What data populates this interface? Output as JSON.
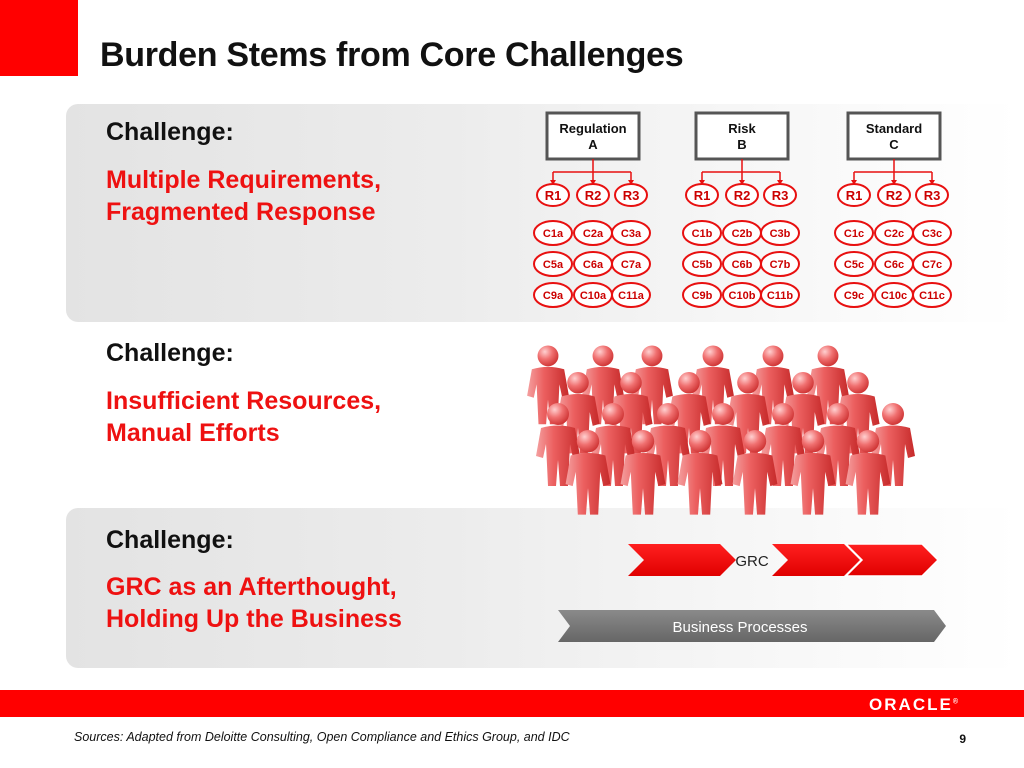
{
  "title": "Burden Stems from Core Challenges",
  "challenges": [
    {
      "label": "Challenge:",
      "lines": [
        "Multiple Requirements,",
        "Fragmented Response"
      ]
    },
    {
      "label": "Challenge:",
      "lines": [
        "Insufficient Resources,",
        "Manual Efforts"
      ]
    },
    {
      "label": "Challenge:",
      "lines": [
        "GRC as an Afterthought,",
        "Holding Up the Business"
      ]
    }
  ],
  "groups": [
    {
      "name_lines": [
        "Regulation",
        "A"
      ],
      "requirements": [
        "R1",
        "R2",
        "R3"
      ],
      "controls": [
        [
          "C1a",
          "C2a",
          "C3a"
        ],
        [
          "C5a",
          "C6a",
          "C7a"
        ],
        [
          "C9a",
          "C10a",
          "C11a"
        ]
      ]
    },
    {
      "name_lines": [
        "Risk",
        "B"
      ],
      "requirements": [
        "R1",
        "R2",
        "R3"
      ],
      "controls": [
        [
          "C1b",
          "C2b",
          "C3b"
        ],
        [
          "C5b",
          "C6b",
          "C7b"
        ],
        [
          "C9b",
          "C10b",
          "C11b"
        ]
      ]
    },
    {
      "name_lines": [
        "Standard",
        "C"
      ],
      "requirements": [
        "R1",
        "R2",
        "R3"
      ],
      "controls": [
        [
          "C1c",
          "C2c",
          "C3c"
        ],
        [
          "C5c",
          "C6c",
          "C7c"
        ],
        [
          "C9c",
          "C10c",
          "C11c"
        ]
      ]
    }
  ],
  "grc_label": "GRC",
  "process_label": "Business Processes",
  "logo_text": "ORACLE",
  "logo_mark": "®",
  "sources": "Sources:  Adapted from Deloitte Consulting, Open Compliance and Ethics Group, and IDC",
  "page_number": "9",
  "colors": {
    "brand_red": "#ff0000",
    "text_red": "#ee1111",
    "person_red": "#e84848",
    "bar_gray": "#777777"
  }
}
